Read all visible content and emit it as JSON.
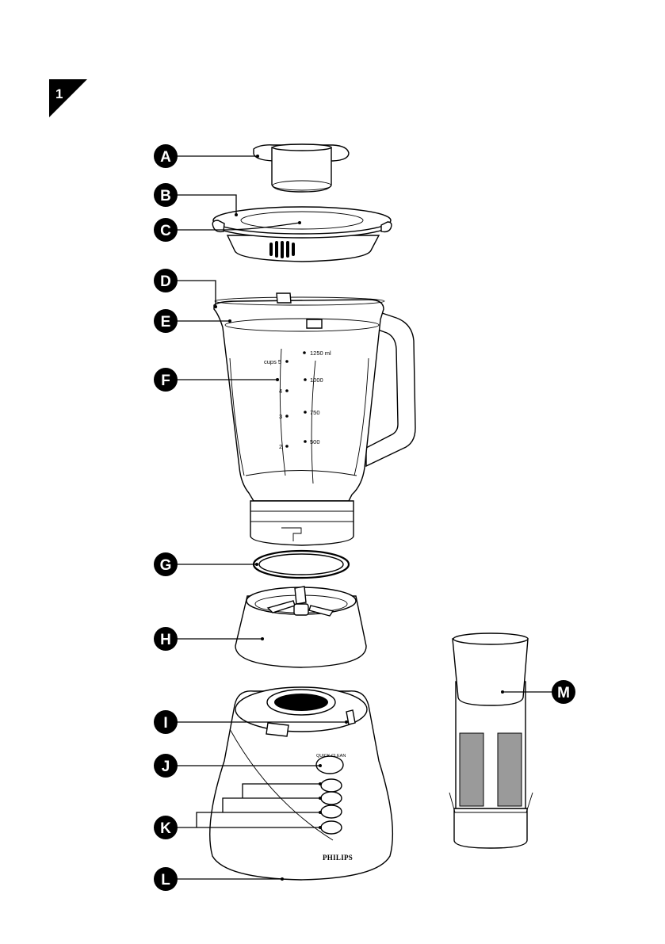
{
  "figure": {
    "number": "1",
    "labels": [
      "A",
      "B",
      "C",
      "D",
      "E",
      "F",
      "G",
      "H",
      "I",
      "J",
      "K",
      "L",
      "M"
    ]
  },
  "jar_scale": {
    "cups": [
      "cups 5",
      "4",
      "3",
      "2"
    ],
    "ml": [
      "1250 ml",
      "1000",
      "750",
      "500"
    ]
  },
  "base": {
    "brand": "PHILIPS",
    "quick_clean": "QUICK CLEAN"
  }
}
